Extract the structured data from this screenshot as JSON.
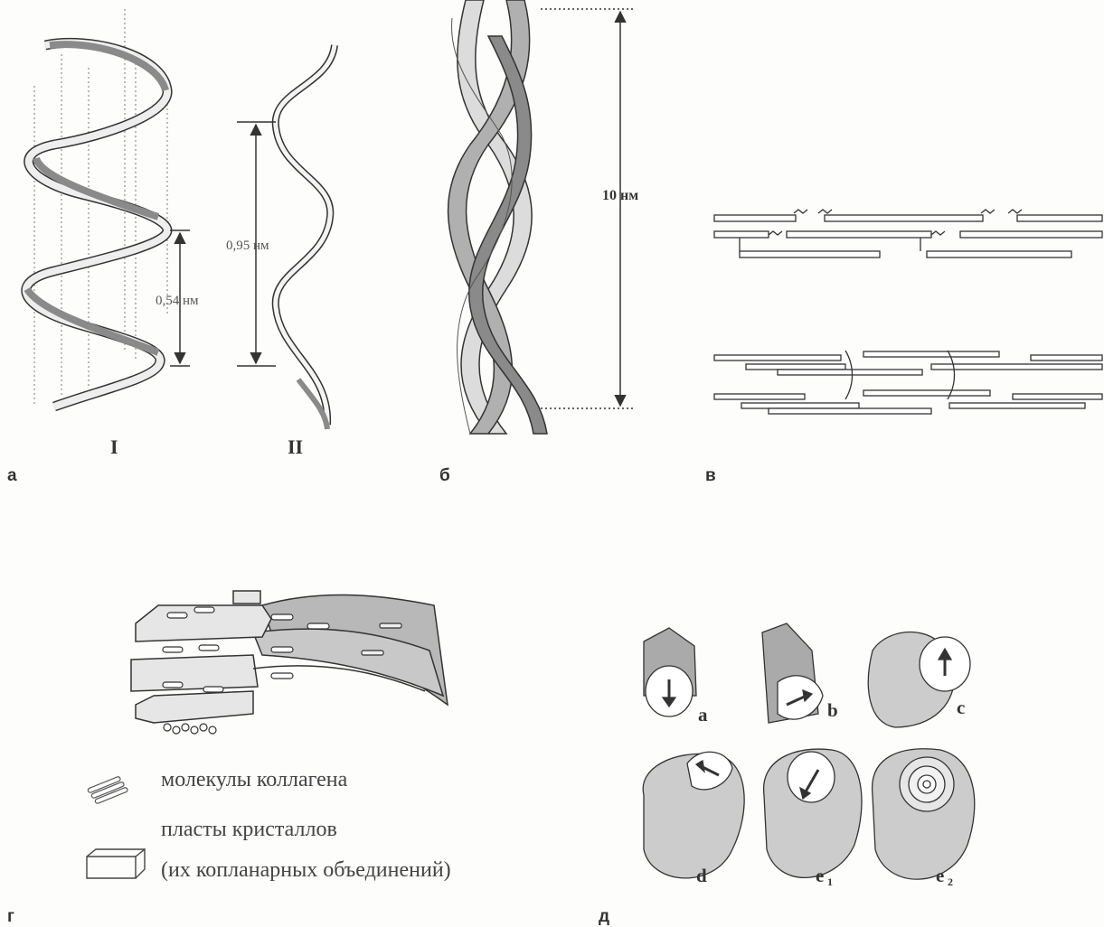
{
  "panels": {
    "a": {
      "letter": "а",
      "helix_I_label": "I",
      "helix_II_label": "II",
      "dim_I": "0,54 нм",
      "dim_II": "0,95 нм"
    },
    "b": {
      "letter": "б",
      "dim": "10 нм"
    },
    "v": {
      "letter": "в"
    },
    "g": {
      "letter": "г",
      "legend_molecules": "молекулы коллагена",
      "legend_plates_line1": "пласты кристаллов",
      "legend_plates_line2": "(их копланарных объединений)"
    },
    "d": {
      "letter": "д",
      "labels": [
        {
          "text": "a",
          "sub": ""
        },
        {
          "text": "b",
          "sub": ""
        },
        {
          "text": "c",
          "sub": ""
        },
        {
          "text": "d",
          "sub": ""
        },
        {
          "text": "e",
          "sub": "1"
        },
        {
          "text": "e",
          "sub": "2"
        }
      ]
    }
  },
  "colors": {
    "ink": "#2b2b2b",
    "band_dark": "#8a8a8a",
    "band_mid": "#b0b0b0",
    "band_light": "#dcdcdc",
    "fill_light": "#e6e6e6"
  }
}
